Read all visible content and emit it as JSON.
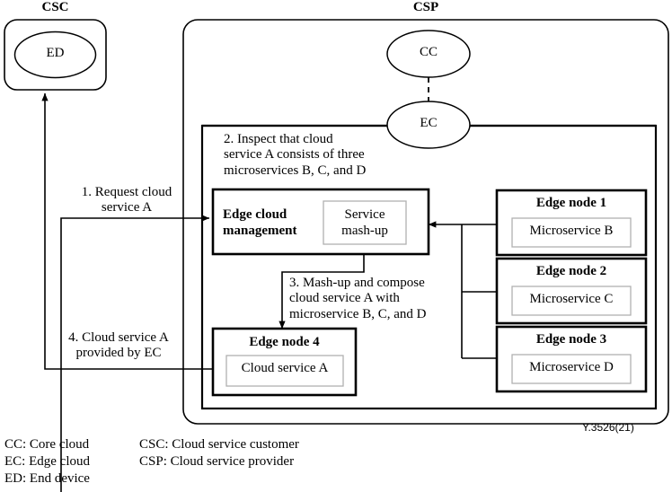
{
  "figure": {
    "reference": "Y.3526(21)",
    "domains": {
      "csc": "CSC",
      "csp": "CSP"
    }
  },
  "clouds": [
    {
      "id": "cc",
      "label": "CC",
      "name": "core-cloud-ellipse"
    },
    {
      "id": "ec",
      "label": "EC",
      "name": "edge-cloud-ellipse"
    },
    {
      "id": "ed",
      "label": "ED",
      "name": "end-device-ellipse"
    }
  ],
  "management": {
    "title_line1": "Edge cloud",
    "title_line2": "management",
    "inner_box_line1": "Service",
    "inner_box_line2": "mash-up"
  },
  "edge_nodes": [
    {
      "title": "Edge node 1",
      "service": "Microservice B"
    },
    {
      "title": "Edge node 2",
      "service": "Microservice C"
    },
    {
      "title": "Edge node 3",
      "service": "Microservice D"
    },
    {
      "title": "Edge node 4",
      "service": "Cloud service A"
    }
  ],
  "steps": [
    {
      "id": "step1",
      "lines": [
        "1. Request cloud",
        "service A"
      ]
    },
    {
      "id": "step2",
      "lines": [
        "2. Inspect that cloud",
        "service A consists of three",
        "microservices B, C, and D"
      ]
    },
    {
      "id": "step3",
      "lines": [
        "3. Mash-up and compose",
        "cloud service A with",
        "microservice B, C, and D"
      ]
    },
    {
      "id": "step4",
      "lines": [
        "4. Cloud service A",
        "provided by EC"
      ]
    }
  ],
  "legend": {
    "column1": [
      "CC: Core cloud",
      "EC: Edge cloud",
      "ED: End device"
    ],
    "column2": [
      "CSC: Cloud service customer",
      "CSP: Cloud service provider"
    ]
  },
  "colors": {
    "stroke": "#000000",
    "inner_stroke": "#b0b0b0",
    "background": "#ffffff"
  }
}
